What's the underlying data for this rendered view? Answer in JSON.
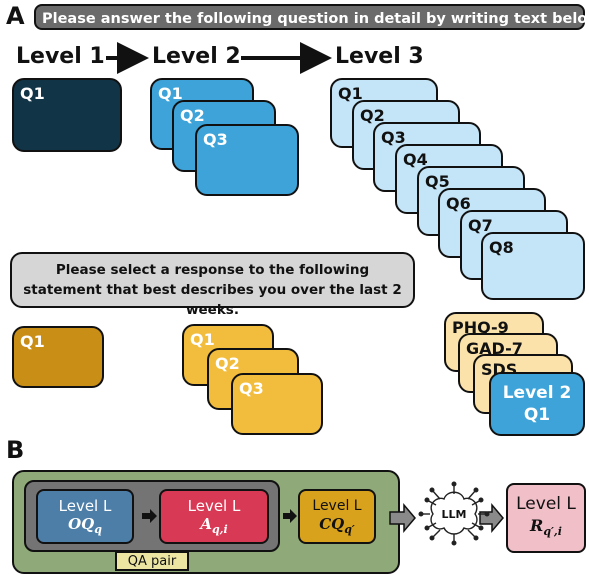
{
  "panel_a": {
    "letter": "A",
    "instruction": "Please answer the following question in detail by writing text below.",
    "levels": [
      "Level 1",
      "Level 2",
      "Level 3"
    ],
    "level1_cards": [
      "Q1"
    ],
    "level2_cards": [
      "Q1",
      "Q2",
      "Q3"
    ],
    "level3_cards": [
      "Q1",
      "Q2",
      "Q3",
      "Q4",
      "Q5",
      "Q6",
      "Q7",
      "Q8"
    ],
    "statement": "Please select a response to the following statement that best describes you over the last 2 weeks.",
    "closed_level1_cards": [
      "Q1"
    ],
    "closed_level2_cards": [
      "Q1",
      "Q2",
      "Q3"
    ],
    "questionnaires": [
      "PHQ-9",
      "GAD-7",
      "SDS"
    ],
    "level2_q1_card": {
      "line1": "Level 2",
      "line2": "Q1"
    }
  },
  "panel_b": {
    "letter": "B",
    "open_question": {
      "title": "Level L",
      "sub": "OQ",
      "sub_index": "q"
    },
    "answer": {
      "title": "Level L",
      "sub": "A",
      "sub_index": "q,i"
    },
    "closed_question": {
      "title": "Level L",
      "sub": "CQ",
      "sub_index": "q′"
    },
    "qa_pair_label": "QA pair",
    "llm_label": "LLM",
    "response": {
      "title": "Level L",
      "sub": "R",
      "sub_index": "q′,i"
    }
  },
  "colors": {
    "navy": "#123447",
    "blue": "#3da3d8",
    "light_blue": "#c4e4f7",
    "ochre": "#c98e16",
    "yellow": "#f2bd3d",
    "cream": "#fbe2aa",
    "green_panel": "#8faa78",
    "steel_blue": "#4d7ea8",
    "crimson": "#d83a55",
    "gold": "#d9a21c",
    "pink": "#f0bfc8",
    "qa_tag": "#ede6a3"
  },
  "icons": [
    "arrow-right-icon",
    "brain-circuit-icon"
  ]
}
